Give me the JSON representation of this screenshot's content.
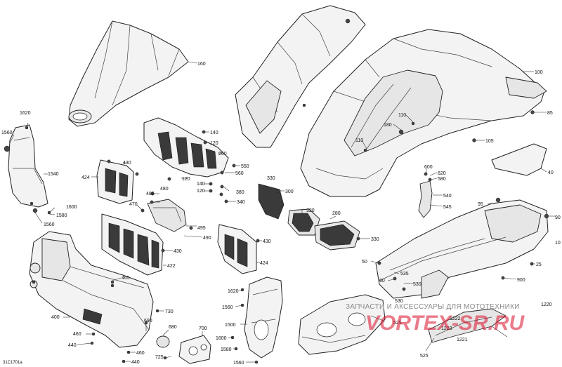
{
  "diagram_code": "31C1701a",
  "watermark": {
    "line1": "ЗАПЧАСТИ И АКСЕССУАРЫ ДЛЯ МОТОТЕХНИКИ",
    "line2": "VORTEX-SR.RU"
  },
  "part_numbers": [
    "160",
    "100",
    "85",
    "110",
    "180",
    "110",
    "105",
    "140",
    "120",
    "260",
    "550",
    "560",
    "330",
    "300",
    "380",
    "340",
    "120",
    "140",
    "120",
    "430",
    "424",
    "485",
    "480",
    "470",
    "495",
    "490",
    "320",
    "280",
    "330",
    "430",
    "424",
    "422",
    "430",
    "1620",
    "1560",
    "1540",
    "1600",
    "1580",
    "1560",
    "465",
    "400",
    "730",
    "690",
    "680",
    "460",
    "440",
    "700",
    "460",
    "440",
    "725",
    "1620",
    "1560",
    "1500",
    "1600",
    "1580",
    "1560",
    "600",
    "620",
    "580",
    "540",
    "545",
    "95",
    "50",
    "535",
    "530",
    "60",
    "25",
    "10",
    "530",
    "900",
    "525",
    "1220",
    "1222",
    "1223",
    "1221",
    "525",
    "40",
    "90"
  ],
  "colors": {
    "line": "#222222",
    "fill": "#f3f3f3",
    "watermark_red": "#d90f2a"
  }
}
